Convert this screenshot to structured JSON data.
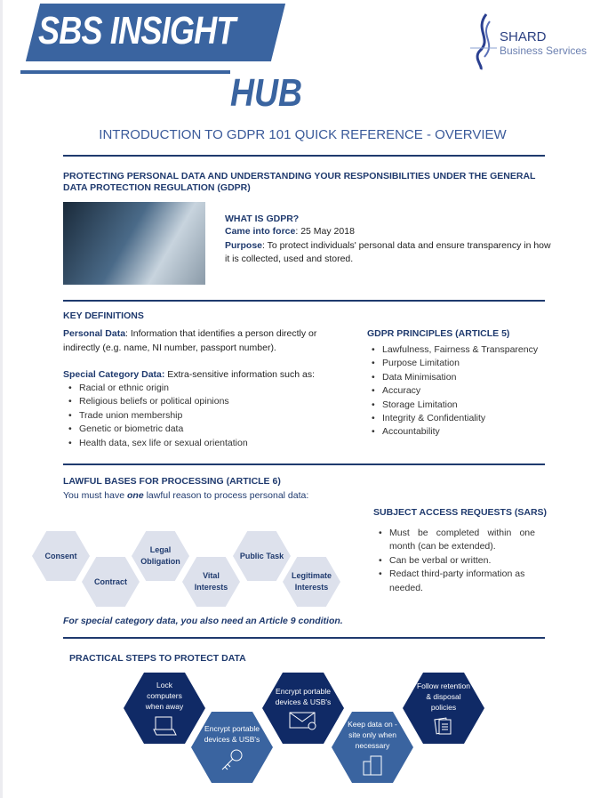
{
  "header": {
    "banner": "SBS INSIGHT",
    "hub": "HUB",
    "logo_name": "SHARD",
    "logo_sub": "Business Services",
    "title": "INTRODUCTION TO GDPR 101 QUICK REFERENCE - OVERVIEW"
  },
  "intro": {
    "heading": "PROTECTING PERSONAL DATA AND UNDERSTANDING YOUR RESPONSIBILITIES UNDER THE GENERAL DATA PROTECTION REGULATION (GDPR)",
    "what_heading": "WHAT IS GDPR?",
    "force_label": "Came into force",
    "force_value": ": 25 May 2018",
    "purpose_label": "Purpose",
    "purpose_value": ": To protect individuals' personal data and ensure transparency in how it is collected, used and stored."
  },
  "definitions": {
    "heading": "KEY DEFINITIONS",
    "personal_label": "Personal Data",
    "personal_value": ": Information that identifies a person directly or indirectly (e.g. name, NI number, passport number).",
    "special_label": "Special Category Data:",
    "special_value": " Extra-sensitive information such as:",
    "special_items": [
      "Racial or ethnic origin",
      "Religious beliefs or political opinions",
      "Trade union membership",
      "Genetic or biometric data",
      "Health data, sex life or sexual orientation"
    ]
  },
  "principles": {
    "heading": "GDPR PRINCIPLES (ARTICLE 5)",
    "items": [
      "Lawfulness, Fairness & Transparency",
      "Purpose Limitation",
      "Data Minimisation",
      "Accuracy",
      "Storage Limitation",
      "Integrity & Confidentiality",
      "Accountability"
    ]
  },
  "lawful": {
    "heading": "LAWFUL BASES FOR PROCESSING (ARTICLE 6)",
    "intro_a": "You must have ",
    "intro_em": "one",
    "intro_b": " lawful reason to process personal data:",
    "bases": [
      "Consent",
      "Contract",
      "Legal Obligation",
      "Vital Interests",
      "Public Task",
      "Legitimate Interests"
    ],
    "note": "For special category data, you also need an Article 9 condition."
  },
  "sars": {
    "heading": "SUBJECT ACCESS REQUESTS (SARS)",
    "items": [
      "Must be completed within one month (can be extended).",
      "Can be verbal or written.",
      "Redact third-party information as needed."
    ]
  },
  "steps": {
    "heading": "PRACTICAL STEPS TO PROTECT DATA",
    "items": [
      {
        "label": "Lock computers when away",
        "icon": "laptop-icon"
      },
      {
        "label": "Encrypt portable devices & USB's",
        "icon": "key-icon"
      },
      {
        "label": "Encrypt portable devices & USB's",
        "icon": "envelope-lock-icon"
      },
      {
        "label": "Keep data on -site only when necessary",
        "icon": "building-icon"
      },
      {
        "label": "Follow retention & disposal policies",
        "icon": "documents-icon"
      }
    ]
  }
}
